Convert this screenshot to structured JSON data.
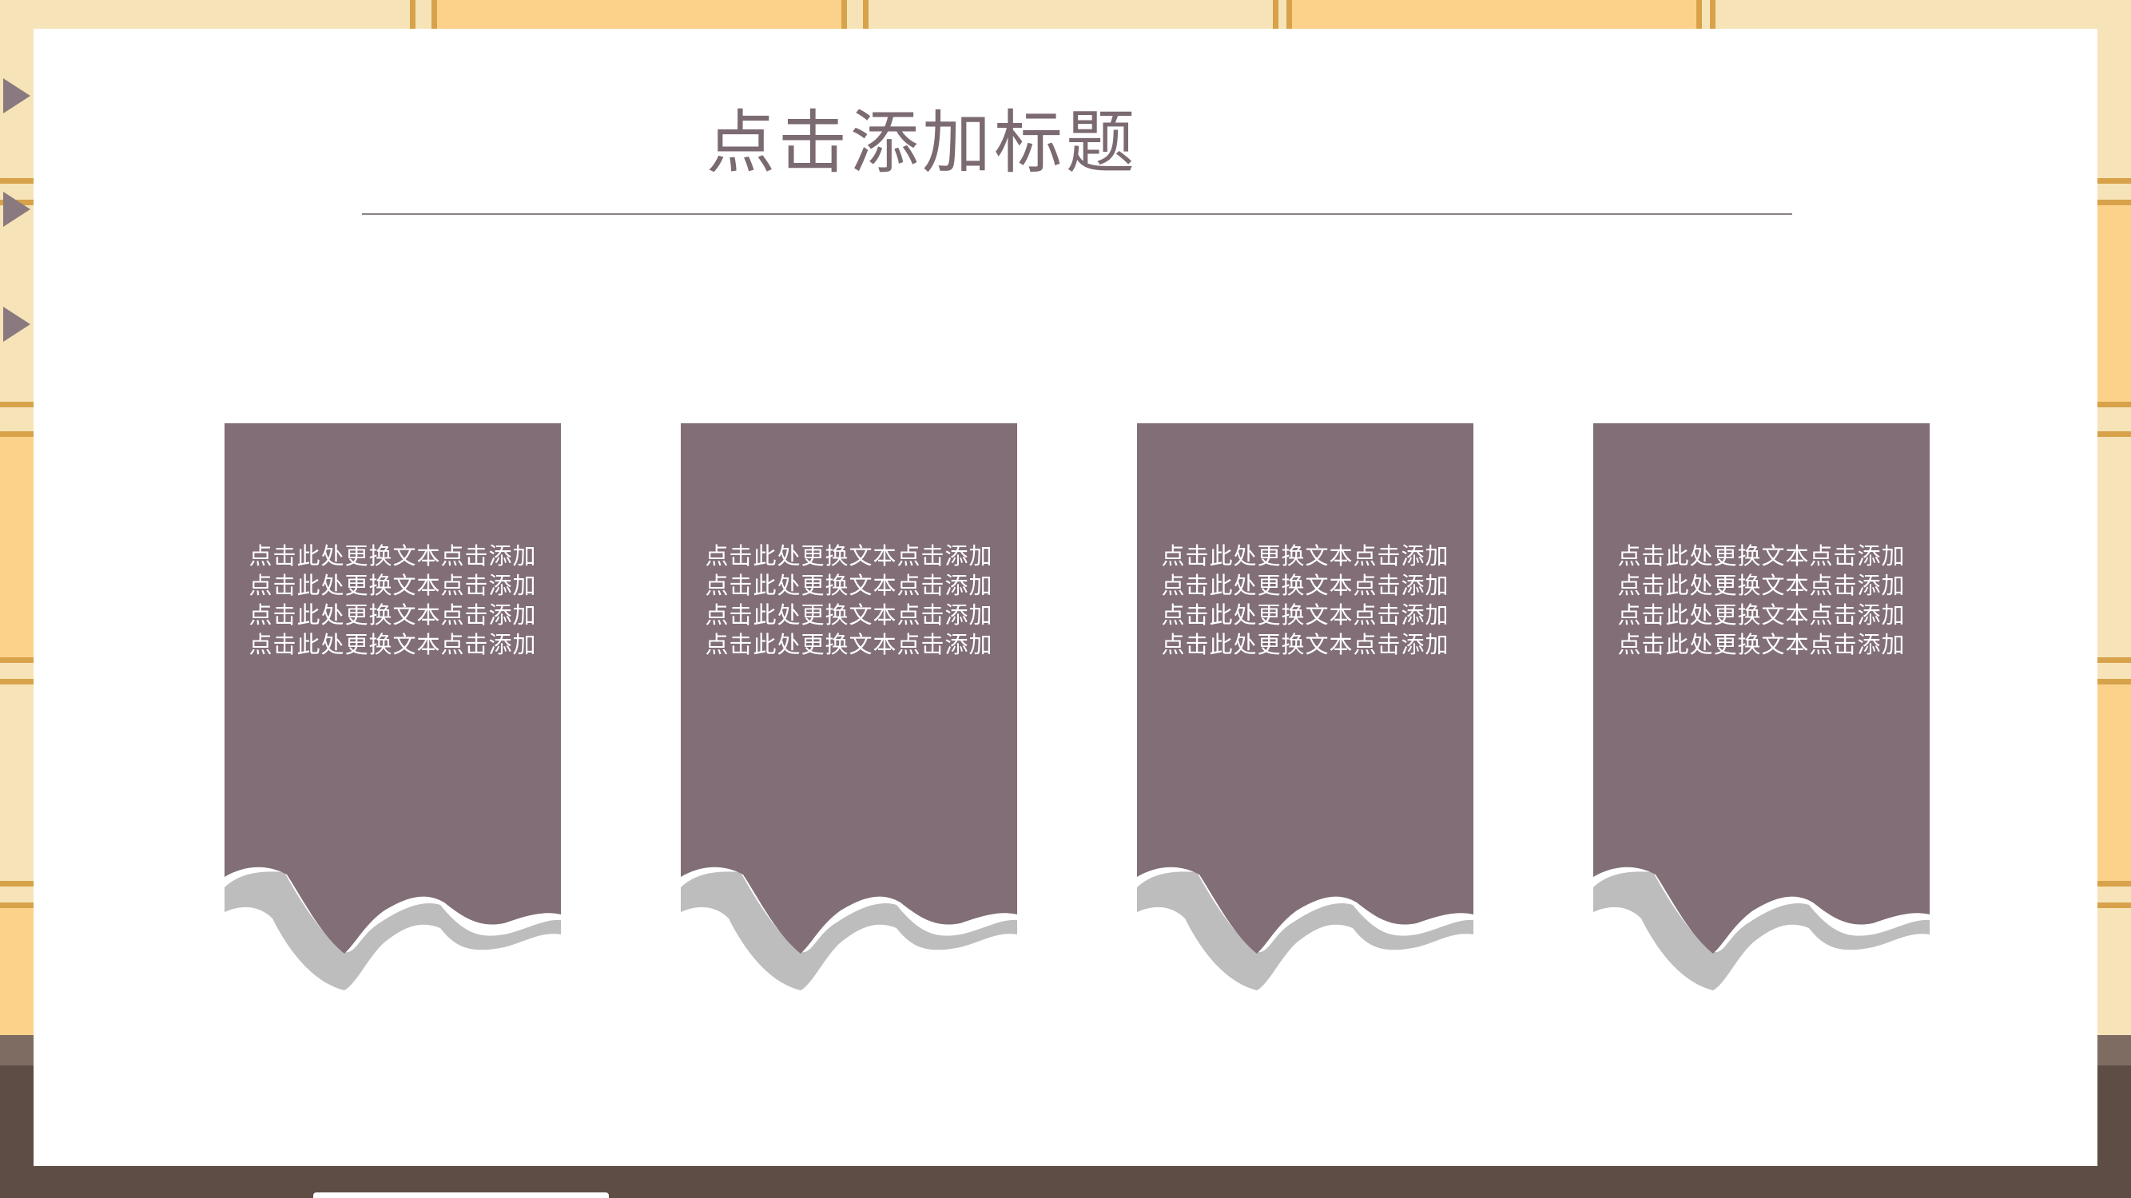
{
  "slide": {
    "title": "点击添加标题"
  },
  "cards": [
    {
      "text": "点击此处更换文本点击添加\n点击此处更换文本点击添加\n点击此处更换文本点击添加\n点击此处更换文本点击添加"
    },
    {
      "text": "点击此处更换文本点击添加\n点击此处更换文本点击添加\n点击此处更换文本点击添加\n点击此处更换文本点击添加"
    },
    {
      "text": "点击此处更换文本点击添加\n点击此处更换文本点击添加\n点击此处更换文本点击添加\n点击此处更换文本点击添加"
    },
    {
      "text": "点击此处更换文本点击添加\n点击此处更换文本点击添加\n点击此处更换文本点击添加\n点击此处更换文本点击添加"
    }
  ],
  "colors": {
    "card_fill": "#816e77",
    "card_tear": "#bdbdbd",
    "title": "#7b6a72"
  }
}
